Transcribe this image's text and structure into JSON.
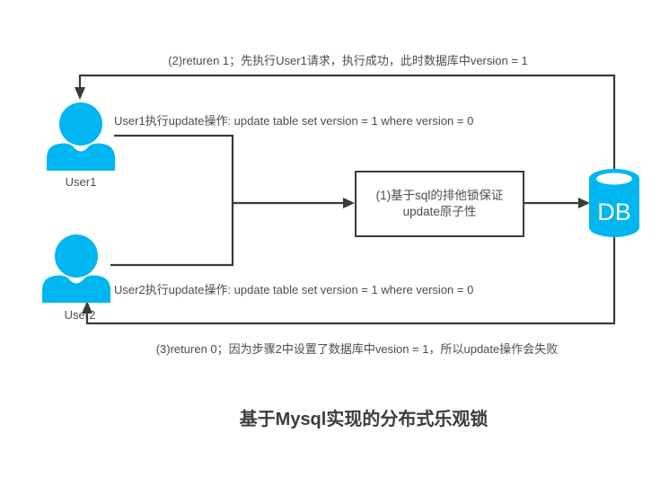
{
  "title": "基于Mysql实现的分布式乐观锁",
  "annotations": {
    "step2": "(2)returen 1；先执行User1请求，执行成功，此时数据库中version = 1",
    "step3": "(3)returen 0；因为步骤2中设置了数据库中vesion = 1，所以update操作会失败",
    "user1_action": "User1执行update操作: update table set version = 1 where version = 0",
    "user2_action": "User2执行update操作: update table set version = 1 where version = 0"
  },
  "nodes": {
    "user1": {
      "label": "User1"
    },
    "user2": {
      "label": "User2"
    },
    "db": {
      "label": "DB"
    },
    "lock_box": {
      "line1": "(1)基于sql的排他锁保证",
      "line2": "update原子性"
    }
  },
  "colors": {
    "icon_cyan": "#00B6F0",
    "line": "#3A3A3A",
    "text": "#4D4D4D",
    "title": "#3D3D3D",
    "background": "#FFFFFF"
  }
}
